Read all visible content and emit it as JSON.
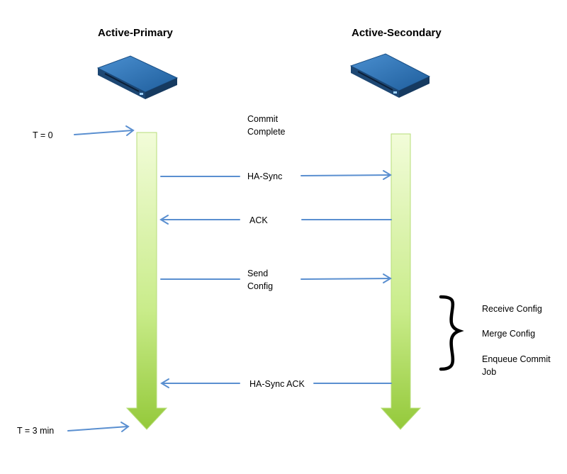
{
  "participants": {
    "primary": {
      "name": "Active-Primary"
    },
    "secondary": {
      "name": "Active-Secondary"
    }
  },
  "time_markers": {
    "start": "T = 0",
    "end": "T = 3 min"
  },
  "messages": {
    "commit": "Commit\nComplete",
    "ha_sync": "HA-Sync",
    "ack": "ACK",
    "send_config": "Send\nConfig",
    "ha_sync_ack": "HA-Sync ACK"
  },
  "secondary_steps": {
    "receive": "Receive Config",
    "merge": "Merge Config",
    "enqueue": "Enqueue Commit\nJob"
  },
  "colors": {
    "arrow": "#5a8fd0",
    "lifeline_light": "#eefbd0",
    "lifeline_dark": "#98cc3c",
    "device_body": "#2d6fab",
    "device_face": "#1d4773"
  }
}
